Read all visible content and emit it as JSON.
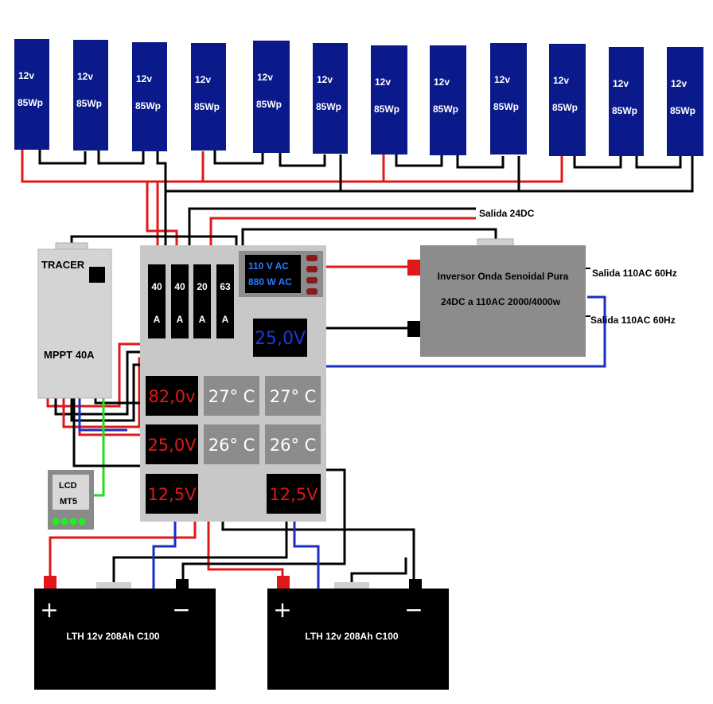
{
  "panels": [
    {
      "voltage": "12v",
      "power": "85Wp"
    },
    {
      "voltage": "12v",
      "power": "85Wp"
    },
    {
      "voltage": "12v",
      "power": "85Wp"
    },
    {
      "voltage": "12v",
      "power": "85Wp"
    },
    {
      "voltage": "12v",
      "power": "85Wp"
    },
    {
      "voltage": "12v",
      "power": "85Wp"
    },
    {
      "voltage": "12v",
      "power": "85Wp"
    },
    {
      "voltage": "12v",
      "power": "85Wp"
    },
    {
      "voltage": "12v",
      "power": "85Wp"
    },
    {
      "voltage": "12v",
      "power": "85Wp"
    },
    {
      "voltage": "12v",
      "power": "85Wp"
    },
    {
      "voltage": "12v",
      "power": "85Wp"
    }
  ],
  "controller": {
    "brand": "TRACER",
    "model": "MPPT 40A"
  },
  "lcd": {
    "line1": "LCD",
    "line2": "MT5"
  },
  "breakers": [
    {
      "rating": "40",
      "unit": "A"
    },
    {
      "rating": "40",
      "unit": "A"
    },
    {
      "rating": "20",
      "unit": "A"
    },
    {
      "rating": "63",
      "unit": "A"
    }
  ],
  "ac_meter": {
    "voltage": "110 V AC",
    "power": "880 W AC"
  },
  "meters": {
    "bus_dc": "25,0V",
    "pv_voltage": "82,0v",
    "battery_bank": "25,0V",
    "battery1": "12,5V",
    "battery2": "12,5V"
  },
  "temperatures": [
    "27° C",
    "27° C",
    "26° C",
    "26° C"
  ],
  "inverter": {
    "line1": "Inversor Onda Senoidal Pura",
    "line2": "24DC a 110AC 2000/4000w"
  },
  "outputs": {
    "dc": "Salida 24DC",
    "ac1": "Salida 110AC 60Hz",
    "ac2": "Salida 110AC 60Hz"
  },
  "batteries": [
    {
      "label": "LTH 12v 208Ah C100",
      "plus": "+",
      "minus": "−"
    },
    {
      "label": "LTH 12v 208Ah C100",
      "plus": "+",
      "minus": "−"
    }
  ],
  "colors": {
    "panel": "#0b1a8a",
    "wire_red": "#e01818",
    "wire_black": "#000000",
    "wire_blue": "#1a2ec0",
    "wire_green": "#22dd22",
    "board": "#c8c8c8",
    "inverter": "#8c8c8c"
  }
}
